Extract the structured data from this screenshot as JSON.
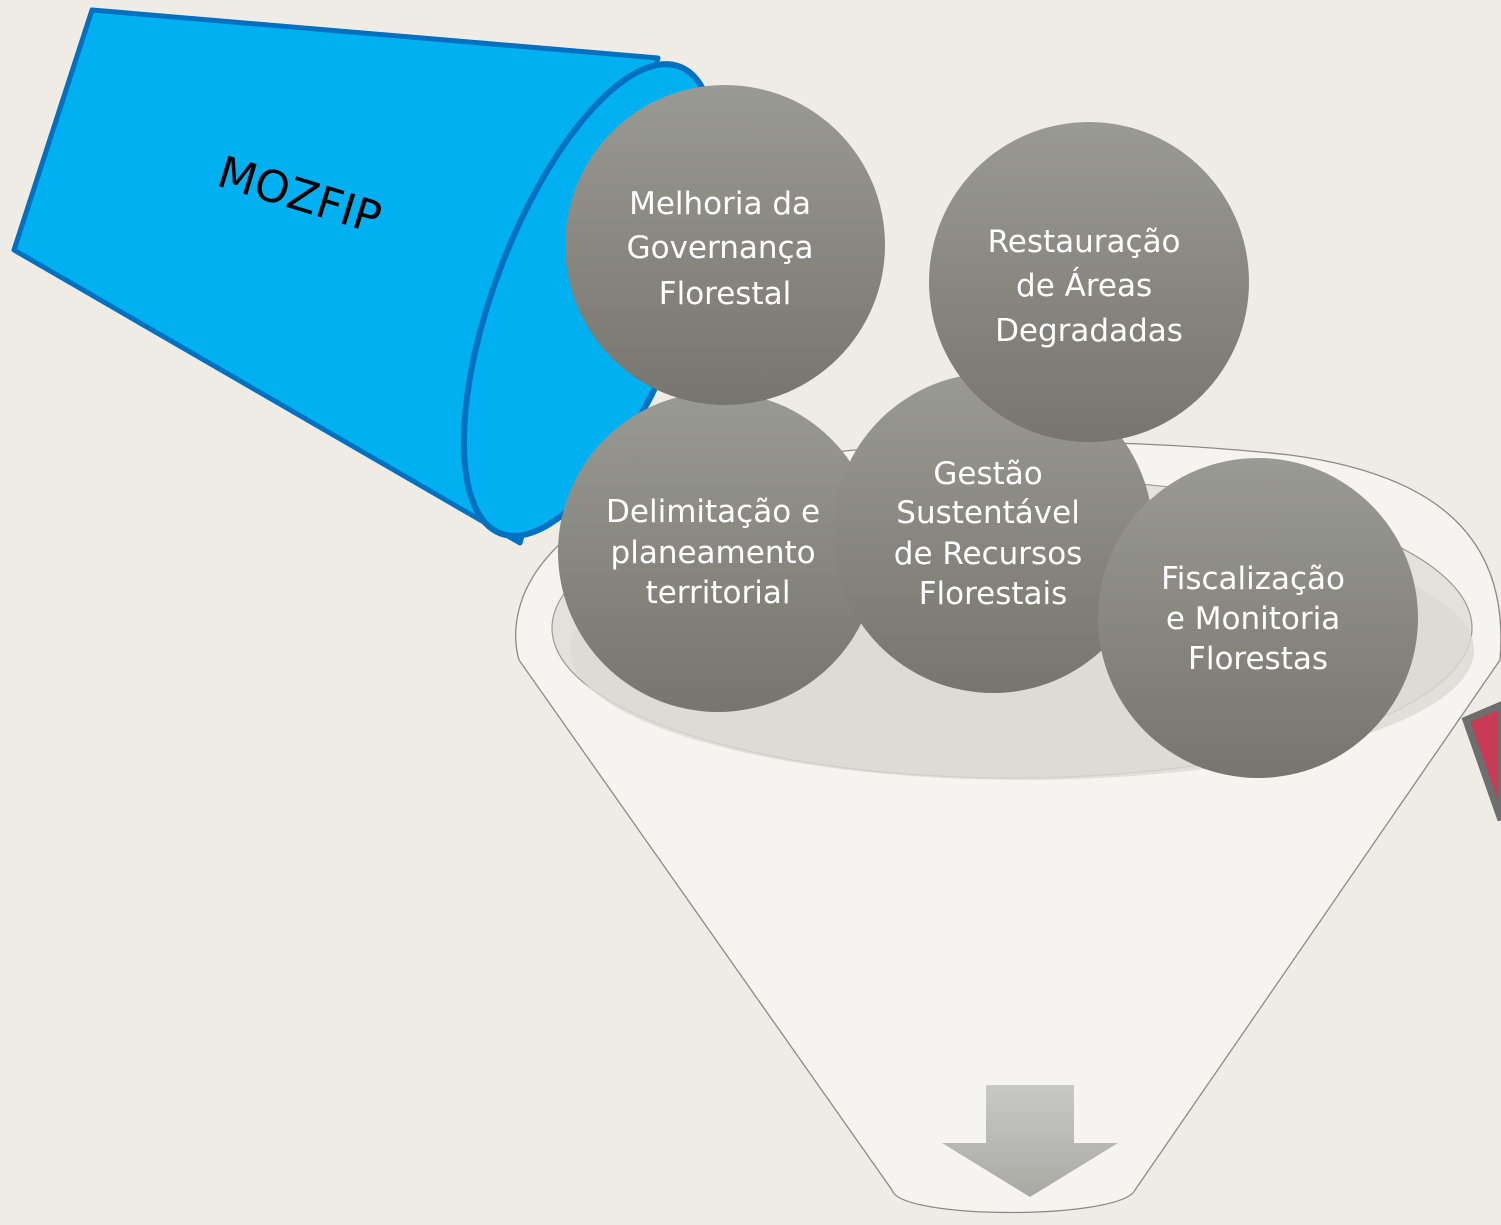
{
  "cup": {
    "label": "MOZFIP",
    "color": "#00b0f0",
    "outline": "#0070c0"
  },
  "balls": [
    {
      "lines": [
        "Melhoria da",
        "Governança",
        "Florestal"
      ]
    },
    {
      "lines": [
        "Restauração",
        "de Áreas",
        "Degradadas"
      ]
    },
    {
      "lines": [
        "Delimitação e",
        "planeamento",
        "territorial"
      ]
    },
    {
      "lines": [
        "Gestão",
        "Sustentável",
        "de Recursos",
        "Florestais"
      ]
    },
    {
      "lines": [
        "Fiscalização",
        "e Monitoria",
        "Florestas"
      ]
    }
  ],
  "colors": {
    "background": "#efece5",
    "ball_top": "#9a9a94",
    "ball_bottom": "#77776f",
    "funnel_fill": "#f5f4f0",
    "funnel_stroke": "#8a8a86",
    "arrow": "#bcbcb8",
    "side_accent": "#c83a55"
  },
  "icons": {
    "down_arrow": "down-arrow-icon"
  }
}
